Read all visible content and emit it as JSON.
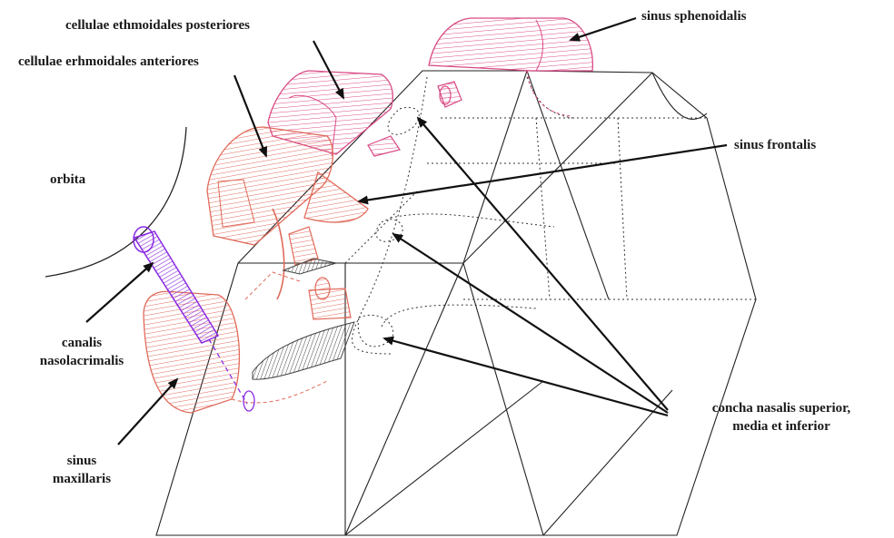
{
  "labels": {
    "ethmoid_posterior": "cellulae ethmoidales posteriores",
    "ethmoid_anterior": "cellulae erhmoidales anteriores",
    "sphenoid": "sinus sphenoidalis",
    "frontal": "sinus frontalis",
    "orbita": "orbita",
    "canalis_line1": "canalis",
    "canalis_line2": "nasolacrimalis",
    "maxillaris_line1": "sinus",
    "maxillaris_line2": "maxillaris",
    "concha_line1": "concha nasalis superior,",
    "concha_line2": "media et inferior"
  },
  "colors": {
    "outline": "#222222",
    "sinus_pink": "#e0457a",
    "ethmoid_red": "#e06a5a",
    "canal_purple": "#8a2be2",
    "concha_gray": "#555555"
  }
}
